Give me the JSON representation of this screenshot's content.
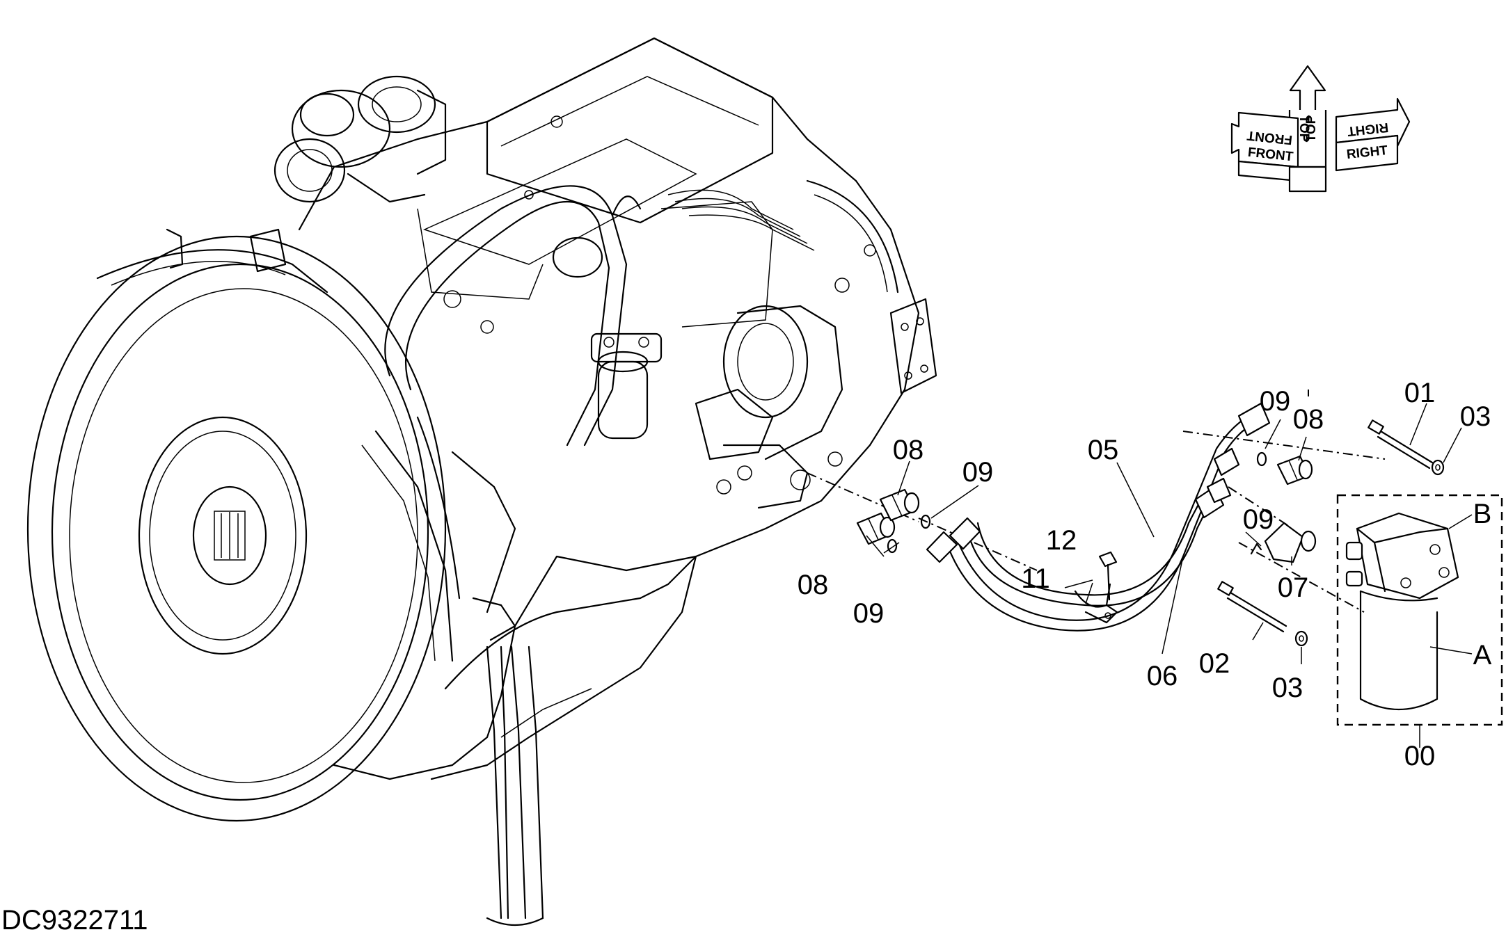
{
  "drawing_code": "DC9322711",
  "orientation": {
    "front": "FRONT",
    "top": "TOP",
    "right": "RIGHT"
  },
  "callouts": [
    {
      "id": "c-00",
      "text": "00"
    },
    {
      "id": "c-01",
      "text": "01"
    },
    {
      "id": "c-02",
      "text": "02"
    },
    {
      "id": "c-03a",
      "text": "03"
    },
    {
      "id": "c-03b",
      "text": "03"
    },
    {
      "id": "c-05",
      "text": "05"
    },
    {
      "id": "c-06",
      "text": "06"
    },
    {
      "id": "c-07",
      "text": "07"
    },
    {
      "id": "c-08a",
      "text": "08"
    },
    {
      "id": "c-08b",
      "text": "08"
    },
    {
      "id": "c-08c",
      "text": "08"
    },
    {
      "id": "c-09a",
      "text": "09"
    },
    {
      "id": "c-09b",
      "text": "09"
    },
    {
      "id": "c-09c",
      "text": "09"
    },
    {
      "id": "c-09d",
      "text": "09"
    },
    {
      "id": "c-11",
      "text": "11"
    },
    {
      "id": "c-12",
      "text": "12"
    },
    {
      "id": "c-A",
      "text": "A"
    },
    {
      "id": "c-B",
      "text": "B"
    }
  ]
}
